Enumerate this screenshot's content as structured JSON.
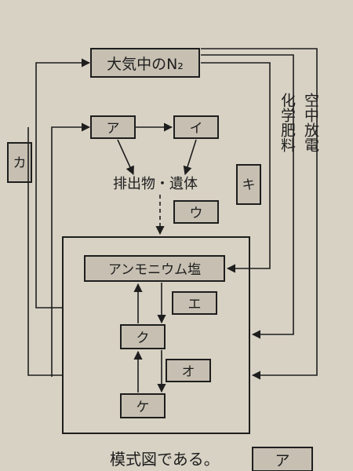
{
  "diagram": {
    "atmosphere": "大気中のN₂",
    "a": "ア",
    "i": "イ",
    "excretion": "排出物・遺体",
    "u": "ウ",
    "ammonium": "アンモニウム塩",
    "e": "エ",
    "ku": "ク",
    "o": "オ",
    "ke": "ケ",
    "ka": "カ",
    "ki": "キ",
    "fertilizer": "化学肥料",
    "lightning": "空中放電",
    "bottom_text": "模式図である。",
    "bottom_box": "ア"
  }
}
